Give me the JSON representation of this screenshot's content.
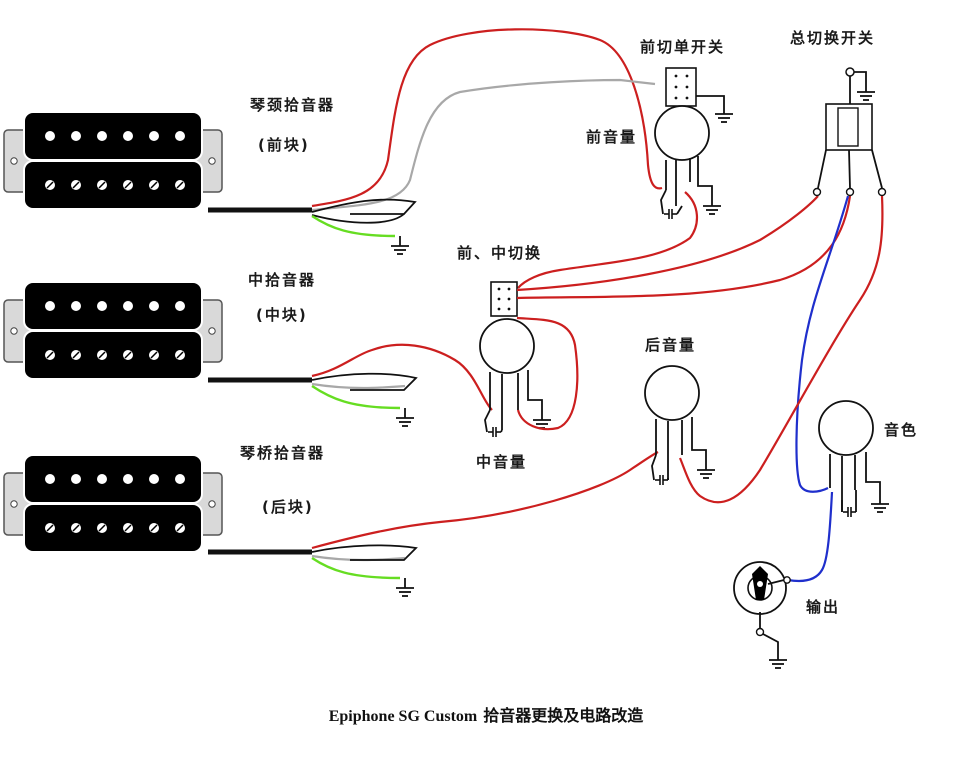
{
  "pickups": {
    "neck": {
      "name": "琴颈拾音器",
      "position": "(前块)"
    },
    "middle": {
      "name": "中拾音器",
      "position": "(中块)"
    },
    "bridge": {
      "name": "琴桥拾音器",
      "position": "(后块)"
    }
  },
  "controls": {
    "neck_kill_switch": "前切单开关",
    "master_switch": "总切换开关",
    "neck_volume": "前音量",
    "neck_middle_switch": "前、中切换",
    "middle_volume": "中音量",
    "bridge_volume": "后音量",
    "tone": "音色",
    "output": "输出"
  },
  "caption": {
    "model": "Epiphone SG Custom",
    "title": "拾音器更换及电路改造"
  },
  "colors": {
    "hot_wire": "#cc1f1f",
    "tap_wire": "#a8a8a8",
    "output_wire": "#1f2fcc",
    "ground_wire": "#66dd22",
    "pickup_body": "#000000",
    "mounting_ring": "#d9d9d9"
  }
}
